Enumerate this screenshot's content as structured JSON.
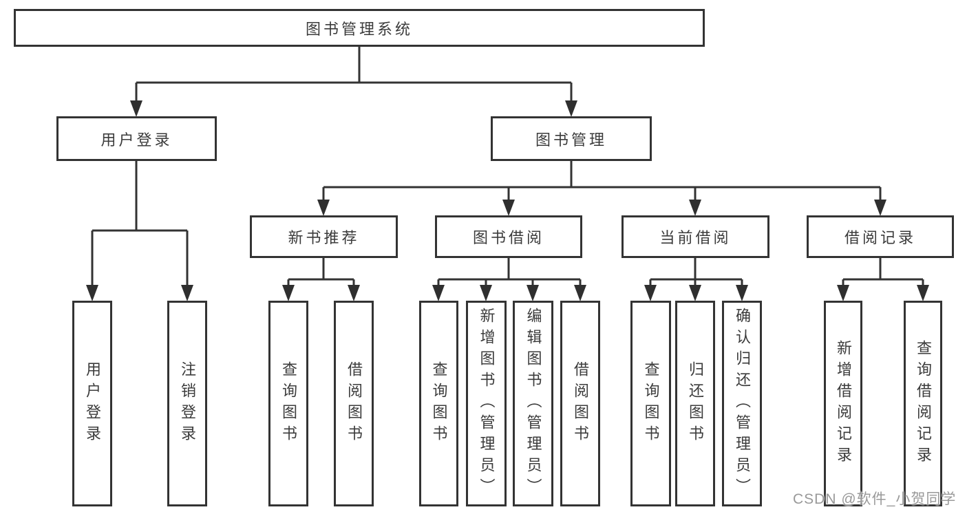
{
  "diagram": {
    "type": "hierarchy-tree",
    "line_color": "#333333",
    "text_color": "#3b3b3b",
    "background": "#ffffff",
    "tree": {
      "root": {
        "label": "图书管理系统",
        "children": [
          {
            "label": "用户登录",
            "children": [
              {
                "label": "用户登录"
              },
              {
                "label": "注销登录"
              }
            ]
          },
          {
            "label": "图书管理",
            "children": [
              {
                "label": "新书推荐",
                "children": [
                  {
                    "label": "查询图书"
                  },
                  {
                    "label": "借阅图书"
                  }
                ]
              },
              {
                "label": "图书借阅",
                "children": [
                  {
                    "label": "查询图书"
                  },
                  {
                    "label": "新增图书（管理员）"
                  },
                  {
                    "label": "编辑图书（管理员）"
                  },
                  {
                    "label": "借阅图书"
                  }
                ]
              },
              {
                "label": "当前借阅",
                "children": [
                  {
                    "label": "查询图书"
                  },
                  {
                    "label": "归还图书"
                  },
                  {
                    "label": "确认归还（管理员）"
                  }
                ]
              },
              {
                "label": "借阅记录",
                "children": [
                  {
                    "label": "新增借阅记录"
                  },
                  {
                    "label": "查询借阅记录"
                  }
                ]
              }
            ]
          }
        ]
      }
    }
  },
  "watermark": {
    "text": "CSDN @软件_小贺同学",
    "color": "#949494"
  }
}
